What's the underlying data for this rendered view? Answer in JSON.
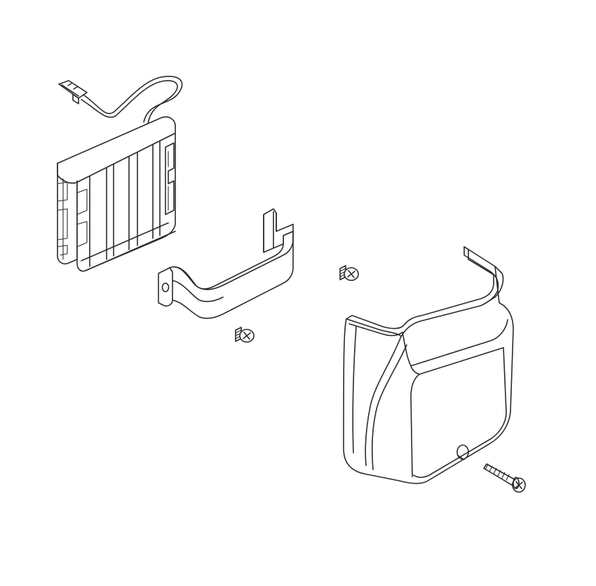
{
  "figure": {
    "kind": "exploded-parts-diagram",
    "line_color": "#2a2a2a",
    "background": "#ffffff",
    "parts": [
      {
        "id": "battery-pack",
        "icon": "battery-pack-with-connector"
      },
      {
        "id": "mounting-bracket",
        "icon": "u-bracket"
      },
      {
        "id": "screw-small-1",
        "icon": "phillips-screw"
      },
      {
        "id": "screw-small-2",
        "icon": "phillips-screw"
      },
      {
        "id": "battery-cover",
        "icon": "battery-cover"
      },
      {
        "id": "screw-long",
        "icon": "long-phillips-screw"
      }
    ]
  }
}
